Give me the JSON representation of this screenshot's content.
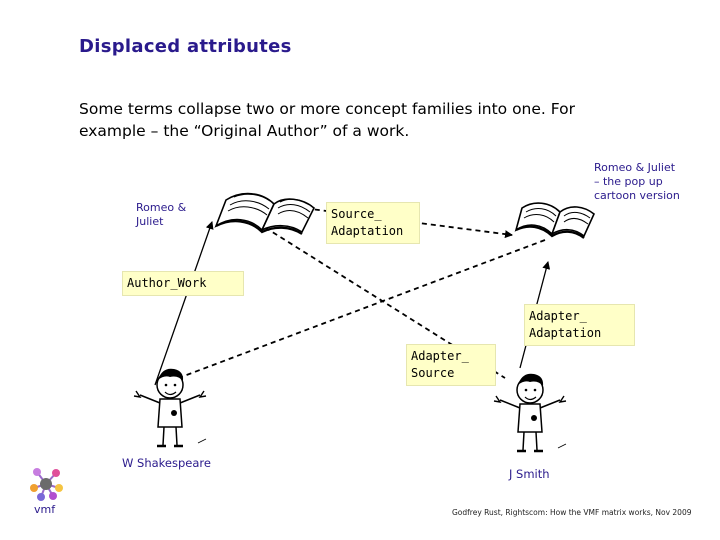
{
  "slide": {
    "title": "Displaced attributes",
    "intro": "Some terms collapse two or more concept families into one. For example – the “Original Author” of a work."
  },
  "nodes": {
    "work_label": "Romeo & Juliet",
    "adaptation_label": "Romeo & Juliet – the pop up cartoon version",
    "author_label": "W Shakespeare",
    "adapter_label": "J Smith"
  },
  "relations": {
    "source_adaptation": "Source_\nAdaptation",
    "author_work": "Author_Work",
    "adapter_adaptation": "Adapter_\nAdaptation",
    "adapter_source": "Adapter_\nSource"
  },
  "logo": {
    "text": "vmf"
  },
  "footer": {
    "text": "Godfrey Rust, Rightscom: How the VMF matrix works, Nov 2009"
  },
  "colors": {
    "title": "#2a1a8c",
    "label_box": "#ffffc8"
  }
}
